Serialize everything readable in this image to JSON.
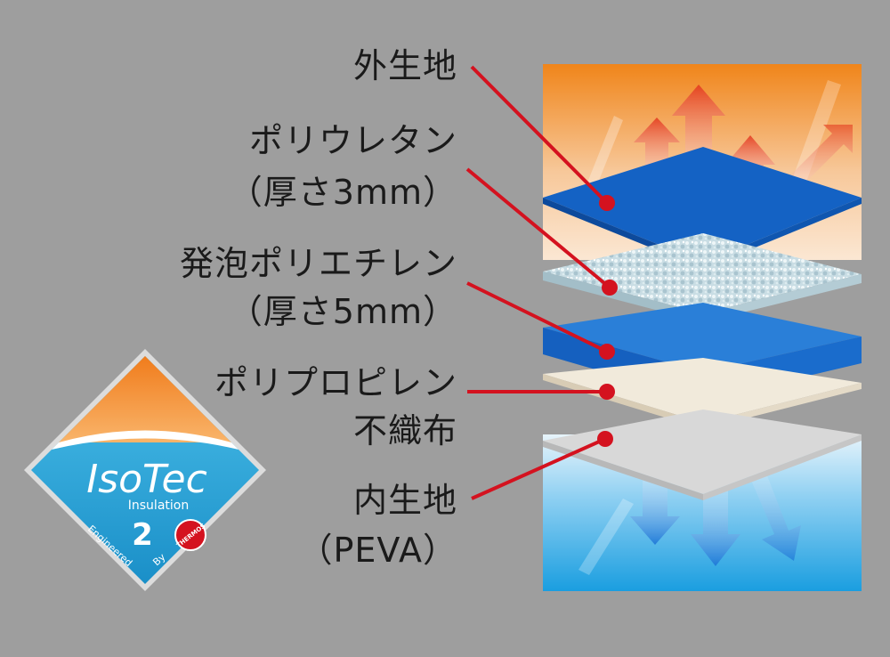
{
  "labels": {
    "outer": "外生地",
    "pu_name": "ポリウレタン",
    "pu_thickness": "（厚さ3mm）",
    "pe_name": "発泡ポリエチレン",
    "pe_thickness": "（厚さ5mm）",
    "pp_name": "ポリプロピレン",
    "pp_sub": "不織布",
    "inner_name": "内生地",
    "inner_sub": "（PEVA）"
  },
  "badge": {
    "brand_line1": "IsoTec",
    "brand_line2": "Insulation",
    "level": "2",
    "engineered": "Engineered",
    "by": "By",
    "maker": "THERMOS"
  },
  "colors": {
    "background": "#9e9e9e",
    "leader": "#d4121f",
    "warm_top": "#f08a1e",
    "cool_bottom": "#1ea0e0",
    "layer_blue": "#1565c8"
  }
}
